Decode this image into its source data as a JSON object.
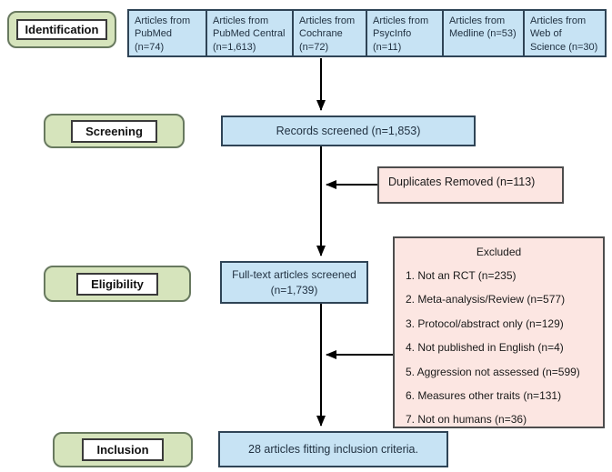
{
  "stages": {
    "identification": "Identification",
    "screening": "Screening",
    "eligibility": "Eligibility",
    "inclusion": "Inclusion"
  },
  "sources": [
    "Articles from PubMed (n=74)",
    "Articles from PubMed Central (n=1,613)",
    "Articles from Cochrane (n=72)",
    "Articles from PsycInfo (n=11)",
    "Articles from Medline (n=53)",
    "Articles from Web of Science (n=30)"
  ],
  "records_screened": "Records screened (n=1,853)",
  "duplicates_removed": "Duplicates Removed (n=113)",
  "fulltext": {
    "line1": "Full-text articles screened",
    "line2": "(n=1,739)"
  },
  "excluded": {
    "title": "Excluded",
    "items": [
      "1. Not an RCT (n=235)",
      "2. Meta-analysis/Review (n=577)",
      "3. Protocol/abstract only (n=129)",
      "4. Not published in English (n=4)",
      "5. Aggression not assessed (n=599)",
      "6. Measures other traits (n=131)",
      "7. Not on humans (n=36)"
    ]
  },
  "inclusion_result": "28 articles fitting inclusion criteria.",
  "colors": {
    "box_blue_fill": "#c7e3f4",
    "box_blue_border": "#2f4456",
    "box_pink_fill": "#fce6e2",
    "box_pink_border": "#4d4d4d",
    "label_green_fill": "#d6e4bc",
    "label_green_border": "#68795f",
    "arrow": "#000000"
  }
}
